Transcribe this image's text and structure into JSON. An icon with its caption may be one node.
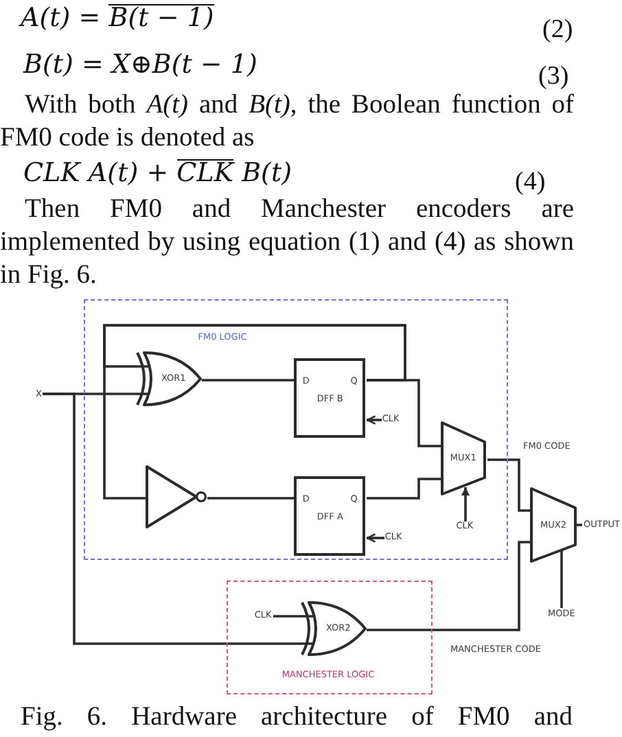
{
  "diagram": {
    "caption": "Fig. 6. Hardware architecture of FM0 and",
    "nodes": [
      {
        "text": [
          "FM0 LOGIC"
        ]
      },
      {
        "text": [
          "XOR1"
        ],
        "in": 0
      },
      {
        "text": [
          "D",
          "Q",
          "DFF B"
        ],
        "in": 0
      },
      {
        "text": [
          "CLK"
        ],
        "in": 0
      },
      {
        "text": [
          "X"
        ]
      },
      {
        "text": [],
        "shape": "triangle",
        "in": 0
      },
      {
        "text": [
          "D",
          "Q",
          "DFF A"
        ],
        "in": 0
      },
      {
        "text": [
          "MUX1"
        ],
        "in": 0
      },
      {
        "text": [
          "CLK"
        ],
        "in": 0
      },
      {
        "text": [
          "CLK"
        ],
        "in": 0
      },
      {
        "text": [
          "MUX2"
        ]
      },
      {
        "text": [
          "OUTPUT"
        ]
      },
      {
        "text": [
          "MODE"
        ]
      },
      {
        "text": [
          "MANCHESTER LOGIC"
        ]
      },
      {
        "text": [
          "CLK"
        ],
        "in": 13
      },
      {
        "text": [
          "XOR2"
        ],
        "in": 13
      }
    ],
    "edges": [
      {
        "from": 4,
        "to": 1,
        "arrow": "none"
      },
      {
        "from": 1,
        "to": 2,
        "arrow": "none"
      },
      {
        "from": 2,
        "to": 1,
        "arrow": "none"
      },
      {
        "from": 2,
        "to": 5,
        "arrow": "none"
      },
      {
        "from": 2,
        "to": 7,
        "arrow": "none"
      },
      {
        "from": 5,
        "to": 6,
        "arrow": "none"
      },
      {
        "from": 6,
        "to": 7,
        "arrow": "none"
      },
      {
        "from": 3,
        "to": 2,
        "arrow": "to"
      },
      {
        "from": 8,
        "to": 6,
        "arrow": "to"
      },
      {
        "from": 9,
        "to": 7,
        "arrow": "to"
      },
      {
        "from": 7,
        "to": 10,
        "arrow": "none",
        "label": "FM0 CODE"
      },
      {
        "from": 15,
        "to": 10,
        "arrow": "none",
        "label": "MANCHESTER CODE"
      },
      {
        "from": 10,
        "to": 11,
        "arrow": "none"
      },
      {
        "from": 12,
        "to": 10,
        "arrow": "none"
      },
      {
        "from": 14,
        "to": 15,
        "arrow": "none"
      },
      {
        "from": 4,
        "to": 15,
        "arrow": "none"
      }
    ],
    "labels": [
      "A(t) = B̅(̅t̅ ̅−̅ ̅1̅)̅",
      "(2)",
      "B(t) = X⊕B(t − 1)",
      "(3)",
      "With both *A(t)* and *B(t)*, the Boolean function of FM0 code is denoted as",
      "CLK A(t) + C̅L̅K̅ B(t)",
      "(4)",
      "Then FM0 and Manchester encoders are implemented by using equation (1) and (4) as shown in Fig. 6."
    ]
  }
}
